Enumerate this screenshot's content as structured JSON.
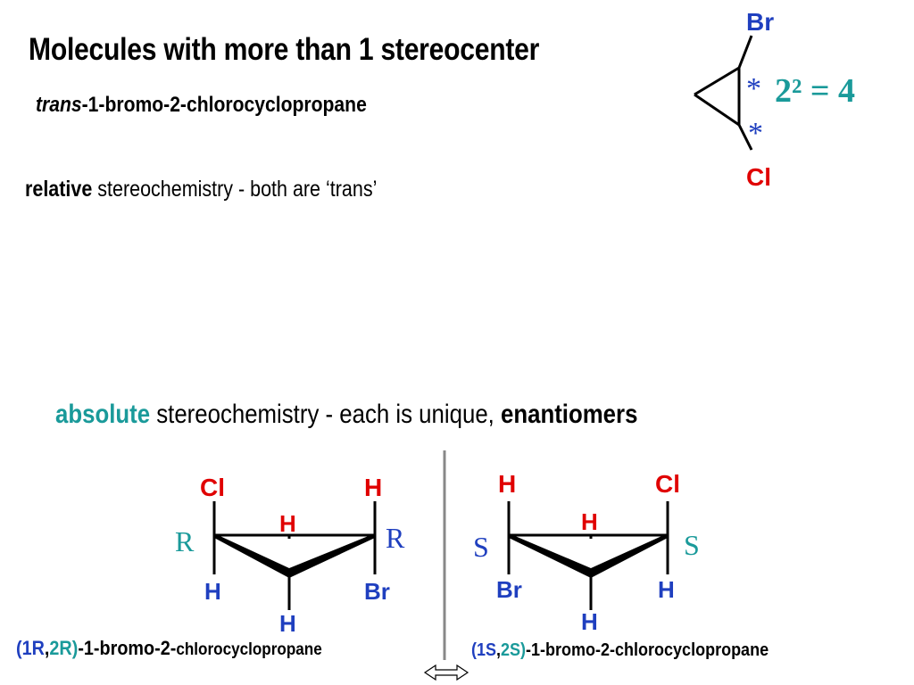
{
  "slide": {
    "title": "Molecules with more than 1 stereocenter",
    "subtitle_italic": "trans",
    "subtitle_rest": "-1-bromo-2-chlorocyclopropane",
    "relative_bold": "relative",
    "relative_rest": " stereochemistry - both are ‘trans’",
    "absolute_bold_teal": "absolute",
    "absolute_mid": " stereochemistry - each is unique, ",
    "absolute_bold_end": "enantiomers"
  },
  "top_molecule": {
    "br": "Br",
    "cl": "Cl",
    "star1": "*",
    "star2": "*",
    "formula": "2² = 4"
  },
  "left_molecule": {
    "cl": "Cl",
    "h_top_right": "H",
    "h_back": "H",
    "r_left": "R",
    "r_right": "R",
    "h_bottom_left": "H",
    "br": "Br",
    "h_bottom": "H"
  },
  "right_molecule": {
    "h_top_left": "H",
    "cl": "Cl",
    "h_back": "H",
    "s_left": "S",
    "s_right": "S",
    "br": "Br",
    "h_bottom_right": "H",
    "h_bottom": "H"
  },
  "names": {
    "left_open": "(1",
    "left_r1": "R",
    "left_comma": ",",
    "left_r2": "2R)",
    "left_rest_a": "-1-bromo-2-",
    "left_rest_b": "chlorocyclopropane",
    "right_open": "(1",
    "right_s1": "S",
    "right_comma": ",",
    "right_s2": "2S)",
    "right_rest": "-1-bromo-2-chlorocyclopropane"
  },
  "colors": {
    "teal": "#1a9a9a",
    "red": "#e00000",
    "blue": "#1f3fbf",
    "mirror": "#888888"
  },
  "icons": [
    "mirror-line",
    "double-arrow-icon"
  ]
}
